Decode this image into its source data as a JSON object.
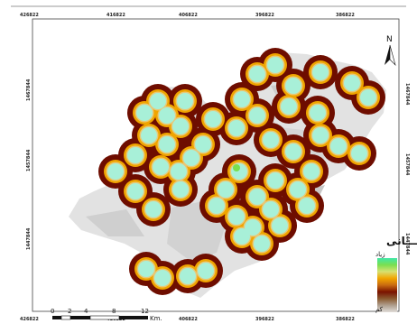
{
  "map": {
    "top_ticks": [
      "426822",
      "416822",
      "406822",
      "396822",
      "386822"
    ],
    "bottom_ticks": [
      "426822",
      "416822",
      "406822",
      "396822",
      "386822"
    ],
    "left_ticks": [
      "1467844",
      "1457844",
      "1447844"
    ],
    "right_ticks": [
      "1467844",
      "1457844",
      "1447844"
    ],
    "north_label": "N",
    "scale_bar": {
      "labels": [
        "0",
        "2",
        "4",
        "8",
        "12"
      ],
      "unit": "Km."
    },
    "legend": {
      "title": "شاخص مخـــاطرات انســـــانی",
      "high_label": "زیاد",
      "low_label": "کم",
      "gradient": [
        "#3fe8a8",
        "#7adf50",
        "#d8e070",
        "#f2a500",
        "#c86a10",
        "#7a1200",
        "#8a5a30",
        "#b0a090",
        "#e0dcd8"
      ]
    },
    "colors": {
      "hazard_low": "#e2e2e2",
      "hazard_high": "#a8f0d8",
      "ring_mid": "#f0a500",
      "ring_dark": "#6e0d00"
    }
  }
}
